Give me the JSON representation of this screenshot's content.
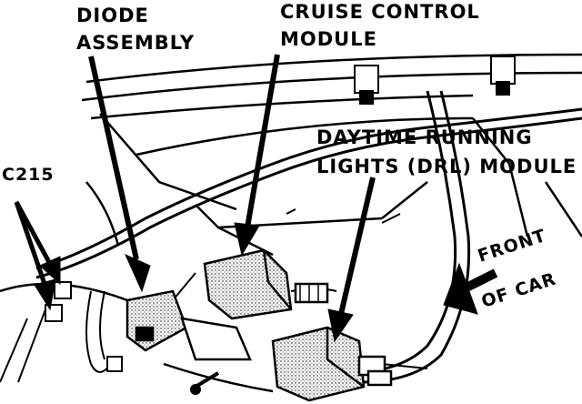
{
  "labels": {
    "diode_line1": "DIODE",
    "diode_line2": "ASSEMBLY",
    "cruise_line1": "CRUISE CONTROL",
    "cruise_line2": "MODULE",
    "drl_line1": "DAYTIME RUNNING",
    "drl_line2": "LIGHTS (DRL) MODULE",
    "c215": "C215",
    "front_line1": "FRONT",
    "front_line2": "OF CAR"
  },
  "colors": {
    "ink": "#000000",
    "paper": "#ffffff"
  }
}
